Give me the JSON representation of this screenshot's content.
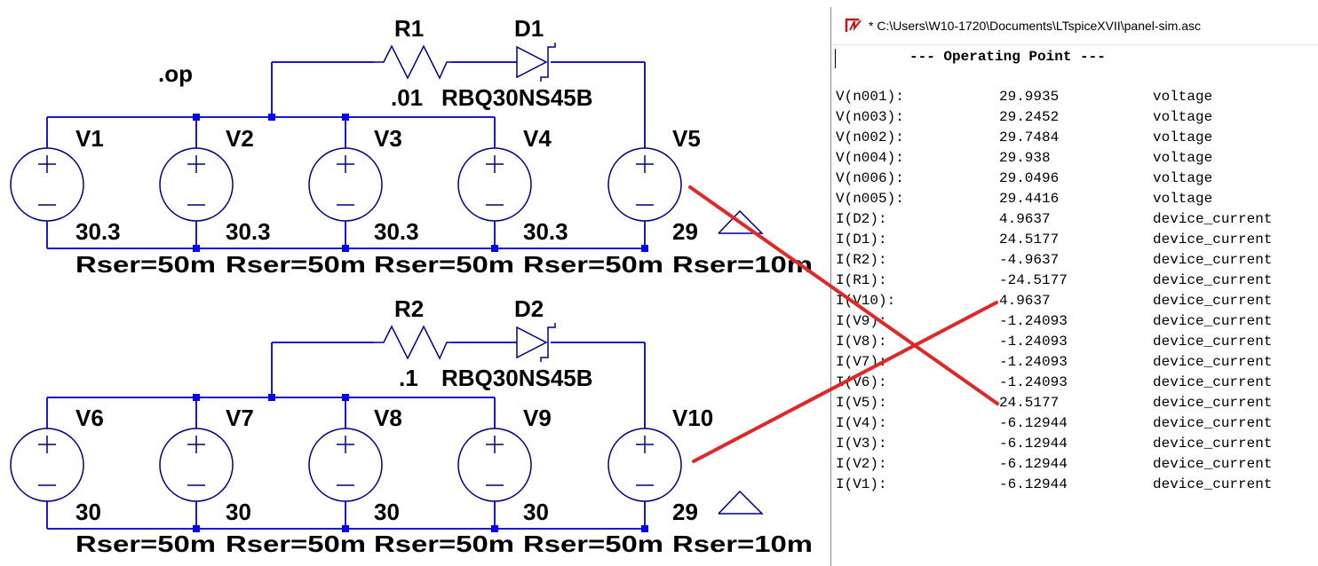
{
  "schematic": {
    "directive": ".op",
    "top": {
      "resistor": {
        "name": "R1",
        "value": ".01"
      },
      "diode": {
        "name": "D1",
        "model": "RBQ30NS45B"
      },
      "sources": [
        {
          "name": "V1",
          "value": "30.3",
          "rser": "Rser=50m"
        },
        {
          "name": "V2",
          "value": "30.3",
          "rser": "Rser=50m"
        },
        {
          "name": "V3",
          "value": "30.3",
          "rser": "Rser=50m"
        },
        {
          "name": "V4",
          "value": "30.3",
          "rser": "Rser=50m"
        },
        {
          "name": "V5",
          "value": "29",
          "rser": "Rser=10m"
        }
      ]
    },
    "bottom": {
      "resistor": {
        "name": "R2",
        "value": ".1"
      },
      "diode": {
        "name": "D2",
        "model": "RBQ30NS45B"
      },
      "sources": [
        {
          "name": "V6",
          "value": "30",
          "rser": "Rser=50m"
        },
        {
          "name": "V7",
          "value": "30",
          "rser": "Rser=50m"
        },
        {
          "name": "V8",
          "value": "30",
          "rser": "Rser=50m"
        },
        {
          "name": "V9",
          "value": "30",
          "rser": "Rser=50m"
        },
        {
          "name": "V10",
          "value": "29",
          "rser": "Rser=10m"
        }
      ]
    }
  },
  "window": {
    "title": "* C:\\Users\\W10-1720\\Documents\\LTspiceXVII\\panel-sim.asc",
    "icon": "ltspice-app-icon"
  },
  "op": {
    "header": "--- Operating Point ---",
    "rows": [
      {
        "name": "V(n001):",
        "value": "29.9935",
        "type": "voltage"
      },
      {
        "name": "V(n003):",
        "value": "29.2452",
        "type": "voltage"
      },
      {
        "name": "V(n002):",
        "value": "29.7484",
        "type": "voltage"
      },
      {
        "name": "V(n004):",
        "value": "29.938",
        "type": "voltage"
      },
      {
        "name": "V(n006):",
        "value": "29.0496",
        "type": "voltage"
      },
      {
        "name": "V(n005):",
        "value": "29.4416",
        "type": "voltage"
      },
      {
        "name": "I(D2):",
        "value": "4.9637",
        "type": "device_current"
      },
      {
        "name": "I(D1):",
        "value": "24.5177",
        "type": "device_current"
      },
      {
        "name": "I(R2):",
        "value": "-4.9637",
        "type": "device_current"
      },
      {
        "name": "I(R1):",
        "value": "-24.5177",
        "type": "device_current"
      },
      {
        "name": "I(V10):",
        "value": "4.9637",
        "type": "device_current"
      },
      {
        "name": "I(V9):",
        "value": "-1.24093",
        "type": "device_current"
      },
      {
        "name": "I(V8):",
        "value": "-1.24093",
        "type": "device_current"
      },
      {
        "name": "I(V7):",
        "value": "-1.24093",
        "type": "device_current"
      },
      {
        "name": "I(V6):",
        "value": "-1.24093",
        "type": "device_current"
      },
      {
        "name": "I(V5):",
        "value": "24.5177",
        "type": "device_current"
      },
      {
        "name": "I(V4):",
        "value": "-6.12944",
        "type": "device_current"
      },
      {
        "name": "I(V3):",
        "value": "-6.12944",
        "type": "device_current"
      },
      {
        "name": "I(V2):",
        "value": "-6.12944",
        "type": "device_current"
      },
      {
        "name": "I(V1):",
        "value": "-6.12944",
        "type": "device_current"
      }
    ]
  },
  "colors": {
    "wire": "#1a1ad6",
    "junction": "#0000ff",
    "component": "#000080",
    "annotation": "#e02828"
  }
}
